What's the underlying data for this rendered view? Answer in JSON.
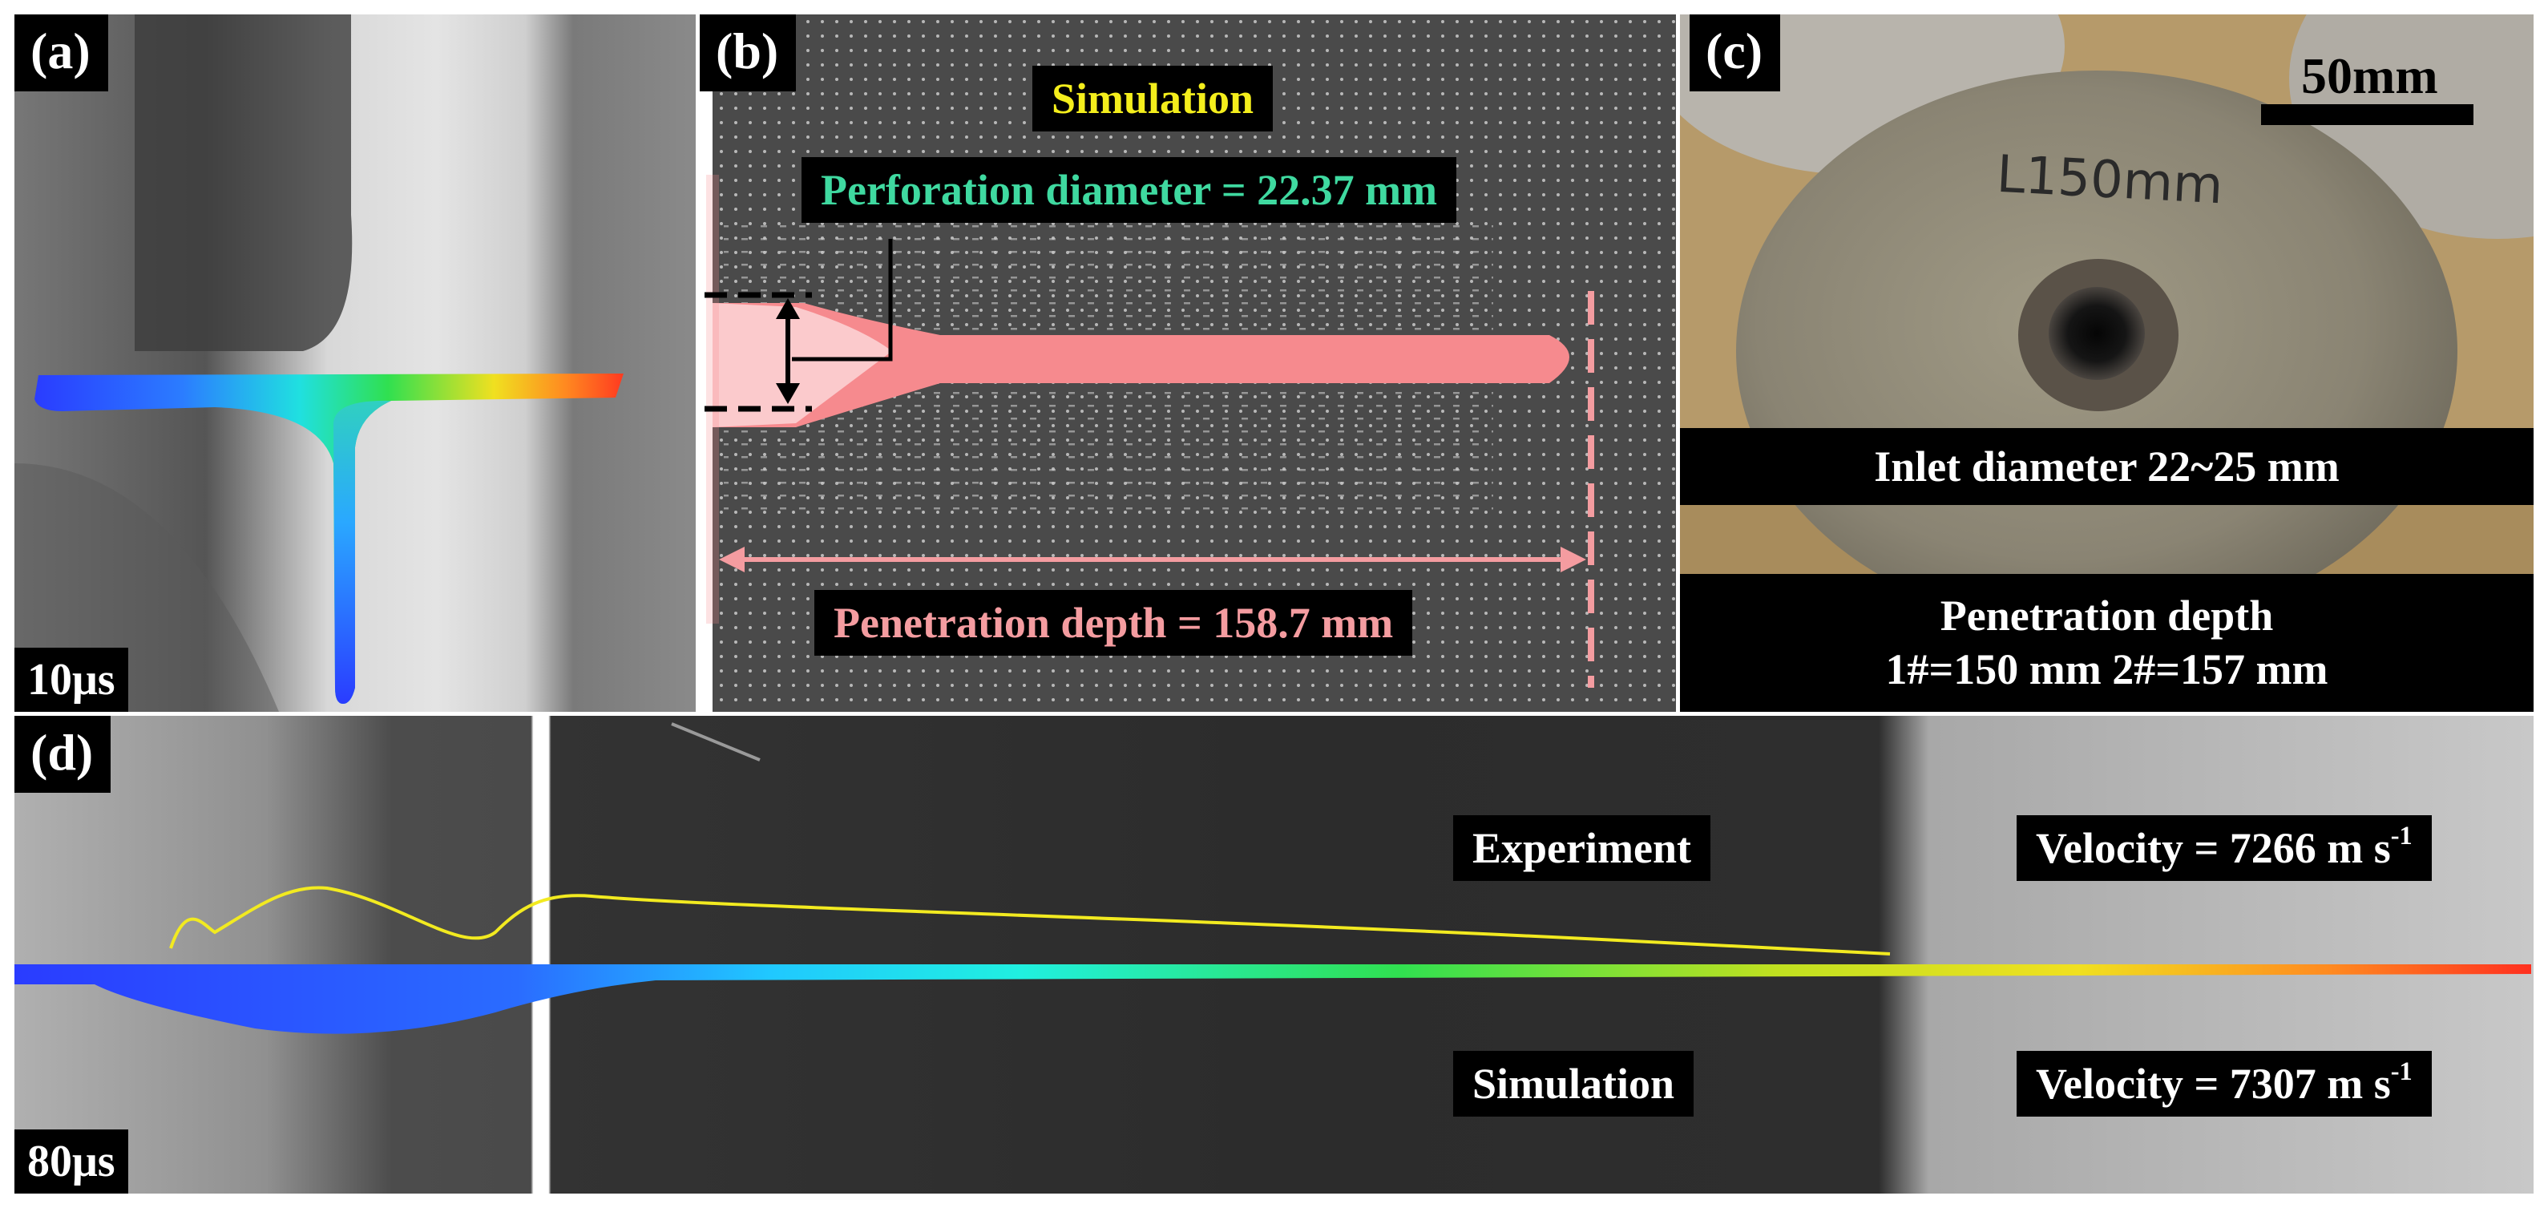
{
  "panel_a": {
    "label": "(a)",
    "time": "10μs"
  },
  "panel_b": {
    "label": "(b)",
    "title": "Simulation",
    "perforation": "Perforation diameter = 22.37 mm",
    "penetration": "Penetration depth = 158.7 mm"
  },
  "panel_c": {
    "label": "(c)",
    "scale_bar": "50mm",
    "handwriting": "L150mm",
    "inlet": "Inlet diameter 22~25 mm",
    "penetration_title": "Penetration depth",
    "penetration_values": "1#=150 mm 2#=157 mm"
  },
  "panel_d": {
    "label": "(d)",
    "time": "80μs",
    "experiment": "Experiment",
    "simulation": "Simulation",
    "velocity_exp": "Velocity = 7266 m s",
    "velocity_sim": "Velocity = 7307 m s",
    "unit_exp": "-1",
    "unit_sim": "-1"
  },
  "colors": {
    "yellow_title": "#f4ee1c",
    "green_text": "#3fd9a0",
    "pink_text": "#f49ca0",
    "jet_pink": "#f68a8e"
  }
}
